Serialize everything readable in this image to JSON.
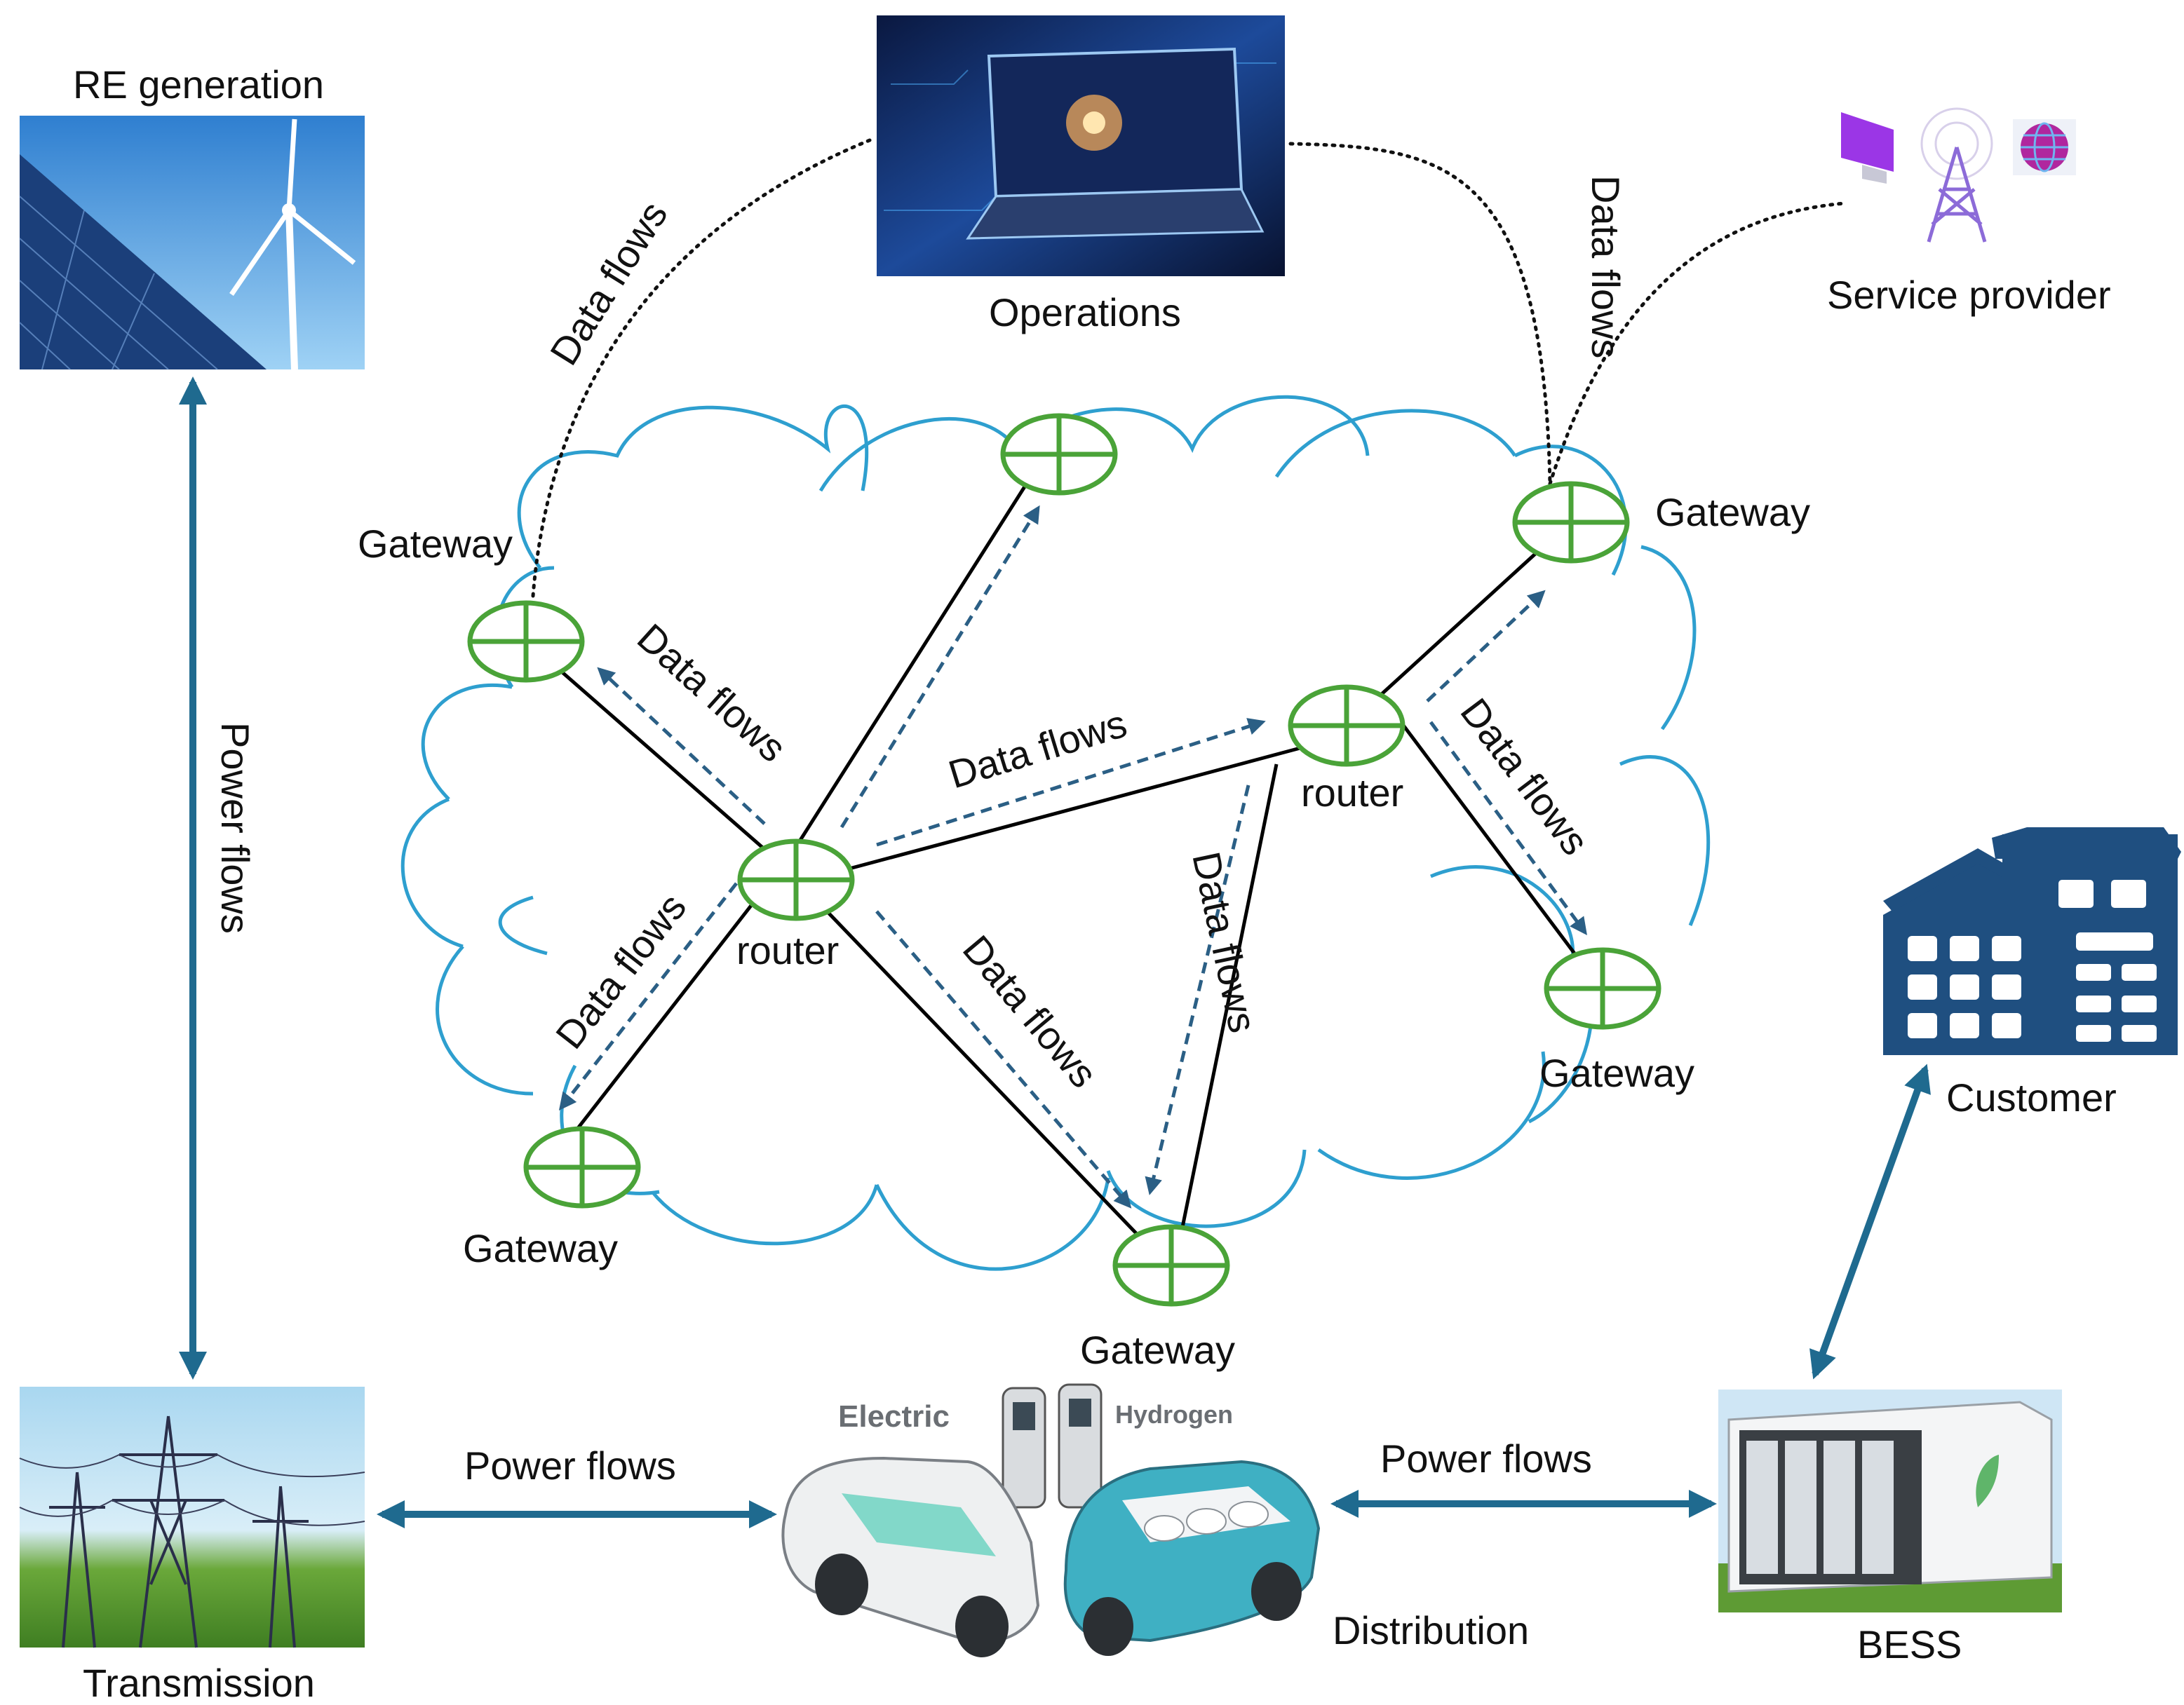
{
  "images": {
    "re_generation": {
      "label": "RE generation",
      "icon": "solar-wind-icon"
    },
    "operations": {
      "label": "Operations",
      "icon": "laptop-icon"
    },
    "service_provider": {
      "label": "Service provider",
      "icon": "antenna-tower-icon"
    },
    "customer": {
      "label": "Customer",
      "icon": "buildings-icon"
    },
    "transmission": {
      "label": "Transmission",
      "icon": "transmission-tower-icon"
    },
    "bess": {
      "label": "BESS",
      "icon": "battery-container-icon"
    },
    "vehicles": {
      "electric": "Electric",
      "hydrogen": "Hydrogen",
      "distribution": "Distribution"
    }
  },
  "network": {
    "gateway_label": "Gateway",
    "router_label": "router"
  },
  "flows": {
    "data": "Data flows",
    "power": "Power flows"
  },
  "colors": {
    "cloud": "#2e9fcf",
    "node": "#4aa338",
    "data_arrow": "#2b5f85",
    "power_arrow": "#1f6a8f",
    "building": "#1f4f80"
  }
}
